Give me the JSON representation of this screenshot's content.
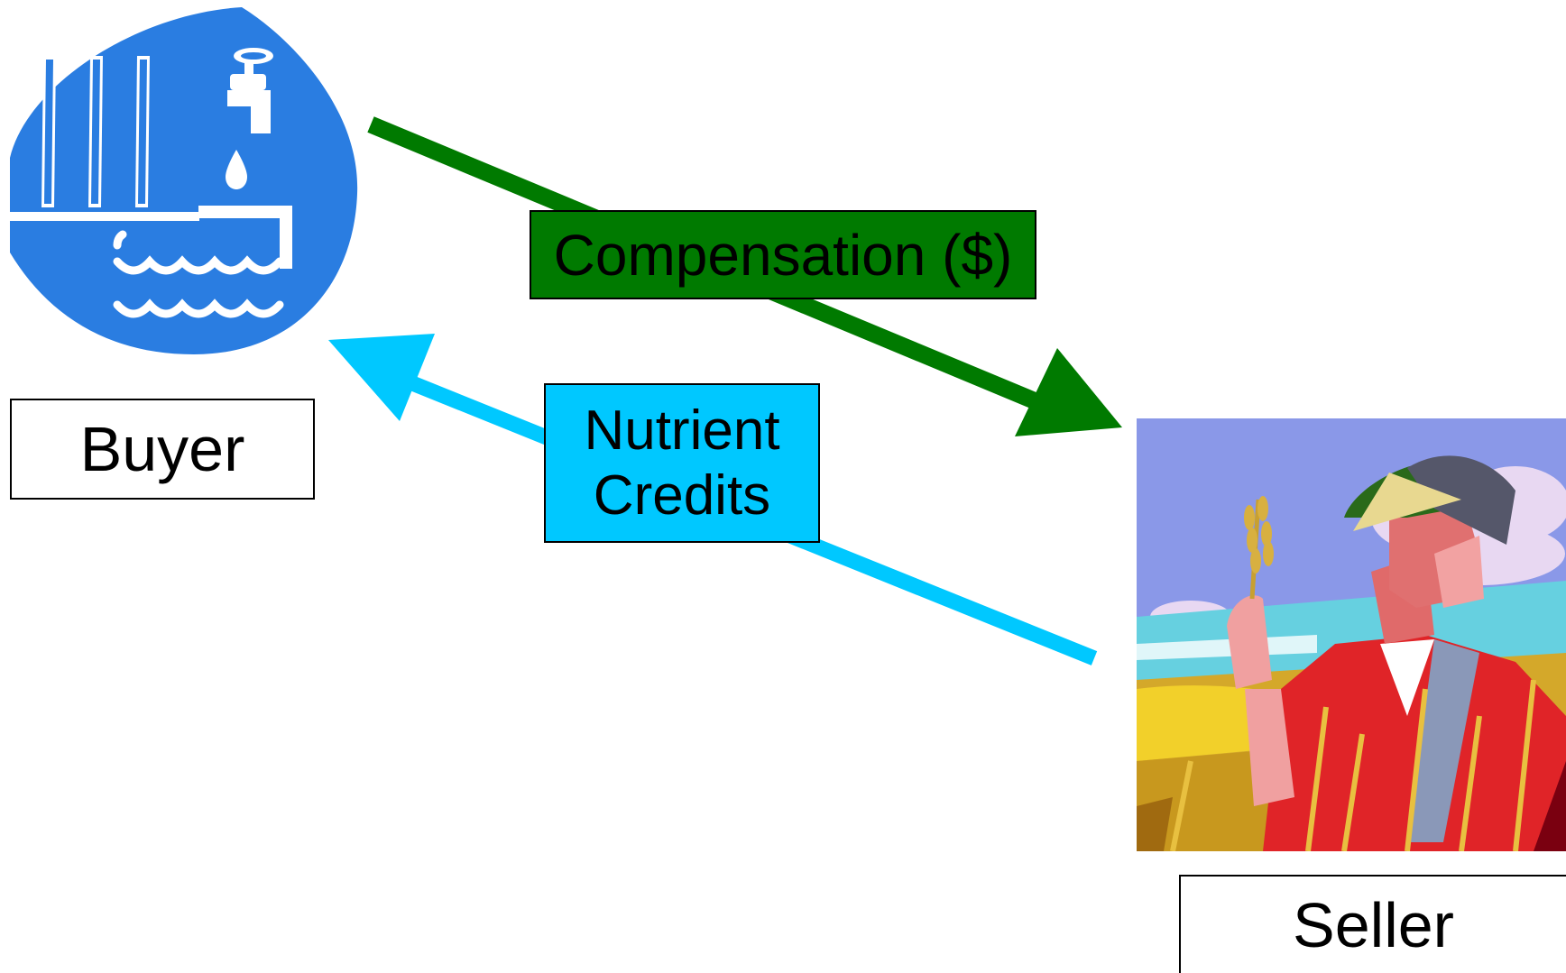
{
  "buyer": {
    "label": "Buyer"
  },
  "seller": {
    "label": "Seller"
  },
  "compensation": {
    "label": "Compensation ($)"
  },
  "credits": {
    "line1": "Nutrient",
    "line2": "Credits"
  },
  "colors": {
    "buyer_icon": "#2a7de1",
    "compensation_arrow": "#007a00",
    "credits_arrow": "#00c8ff"
  },
  "icons": [
    "factory-water-icon",
    "farmer-wheat-illustration"
  ]
}
